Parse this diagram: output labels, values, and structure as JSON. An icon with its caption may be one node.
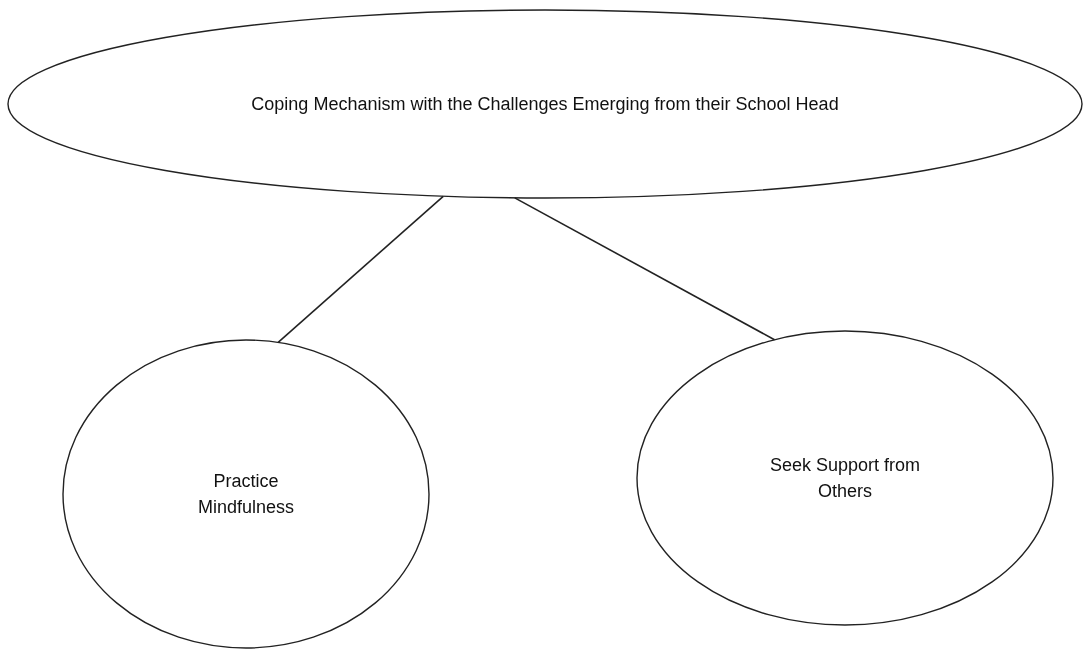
{
  "diagram": {
    "nodes": [
      {
        "text": [
          "Coping Mechanism with the Challenges Emerging from their School Head"
        ]
      },
      {
        "text": [
          "Practice Mindfulness"
        ]
      },
      {
        "text": [
          "Seek Support from Others"
        ]
      }
    ],
    "edges": [
      {
        "from": 0,
        "to": 1,
        "arrow": "none"
      },
      {
        "from": 0,
        "to": 2,
        "arrow": "none"
      }
    ]
  }
}
